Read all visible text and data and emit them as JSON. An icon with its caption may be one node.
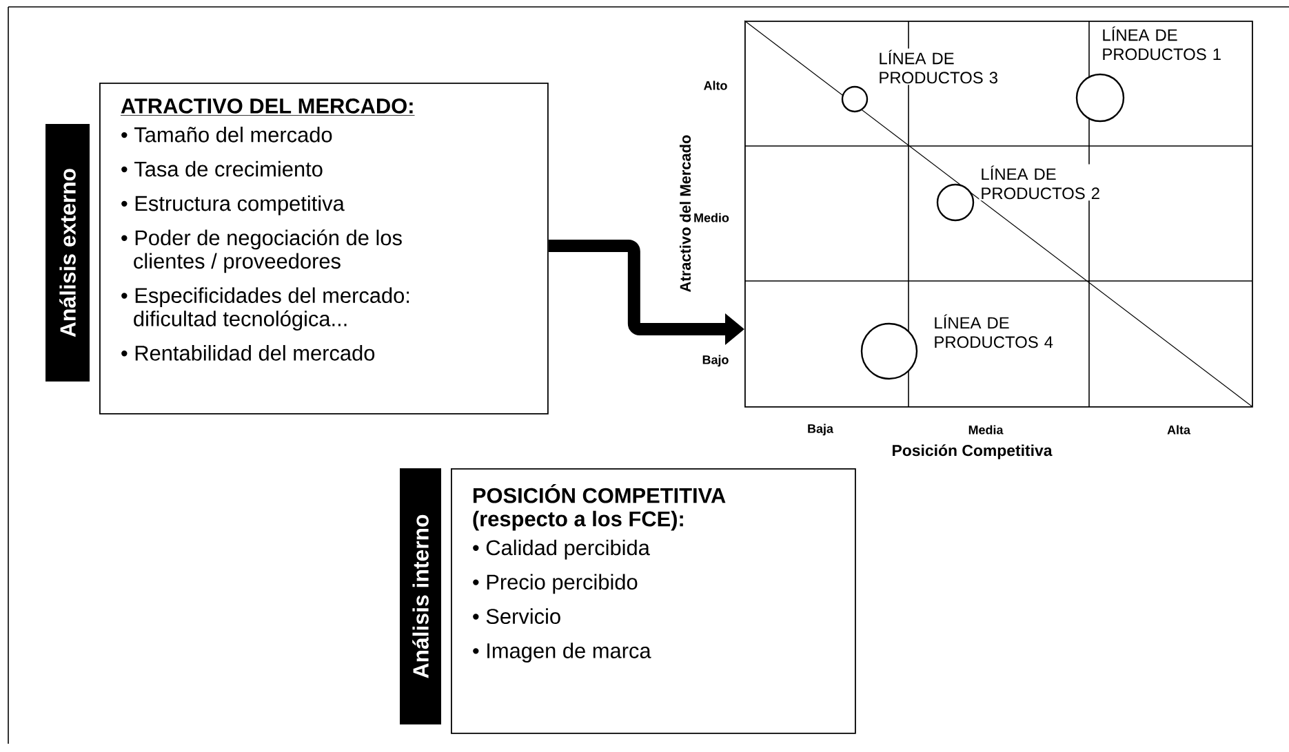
{
  "diagram": {
    "nodes": [
      {
        "text": [
          "Análisis externo"
        ]
      },
      {
        "text": [
          "ATRACTIVO DEL MERCADO:",
          "• Tamaño del mercado",
          "• Tasa de crecimiento",
          "• Estructura competitiva",
          "• Poder de negociación de los clientes / proveedores",
          "• Especificidades del mercado: dificultad tecnológica...",
          "• Rentabilidad del mercado"
        ]
      },
      {
        "text": [
          "Análisis interno"
        ]
      },
      {
        "text": [
          "POSICIÓN COMPETITIVA (respecto a los FCE):",
          "• Calidad percibida",
          "• Precio percibido",
          "• Servicio",
          "• Imagen de marca"
        ]
      },
      {
        "text": [],
        "shape": "box"
      },
      {
        "text": [],
        "shape": "circle",
        "in": 4,
        "beside": [
          "LÍNEA DE PRODUCTOS 3"
        ]
      },
      {
        "text": [],
        "shape": "circle",
        "in": 4,
        "beside": [
          "LÍNEA DE PRODUCTOS 1"
        ]
      },
      {
        "text": [],
        "shape": "circle",
        "in": 4,
        "beside": [
          "LÍNEA DE PRODUCTOS 2"
        ]
      },
      {
        "text": [],
        "shape": "circle",
        "in": 4,
        "beside": [
          "LÍNEA DE PRODUCTOS 4"
        ]
      }
    ],
    "edges": [
      {
        "from": 1,
        "to": 4,
        "arrow": "to"
      }
    ],
    "labels": [
      "Alto",
      "Medio",
      "Bajo",
      "Atractivo del Mercado",
      "Baja",
      "Media",
      "Alta",
      "Posición Competitiva"
    ]
  }
}
